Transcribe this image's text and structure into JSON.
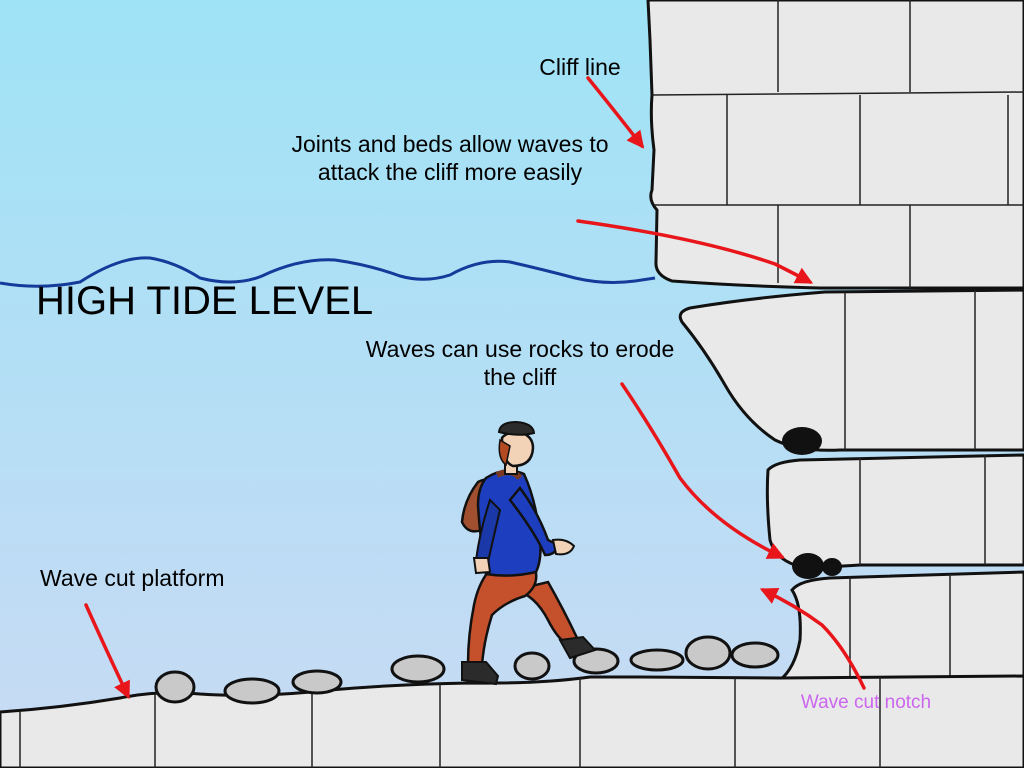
{
  "labels": {
    "cliff_line": "Cliff line",
    "joints_beds": "Joints and beds allow waves to attack the cliff more easily",
    "high_tide": "HIGH TIDE LEVEL",
    "waves_rocks": "Waves can use rocks to erode the cliff",
    "platform": "Wave cut platform",
    "notch": "Wave cut notch"
  },
  "colors": {
    "sky_top": "#9fe3f6",
    "sky_bottom": "#c9daf4",
    "rock": "#e9e9e9",
    "outline": "#111111",
    "arrow": "#e8161b",
    "tide_line": "#143a9a",
    "notch_label": "#cc66ee",
    "jacket": "#1d3fbf",
    "trousers": "#c4502c",
    "backpack": "#a0502e"
  },
  "icons": [
    "hiker-figure",
    "boulder"
  ]
}
